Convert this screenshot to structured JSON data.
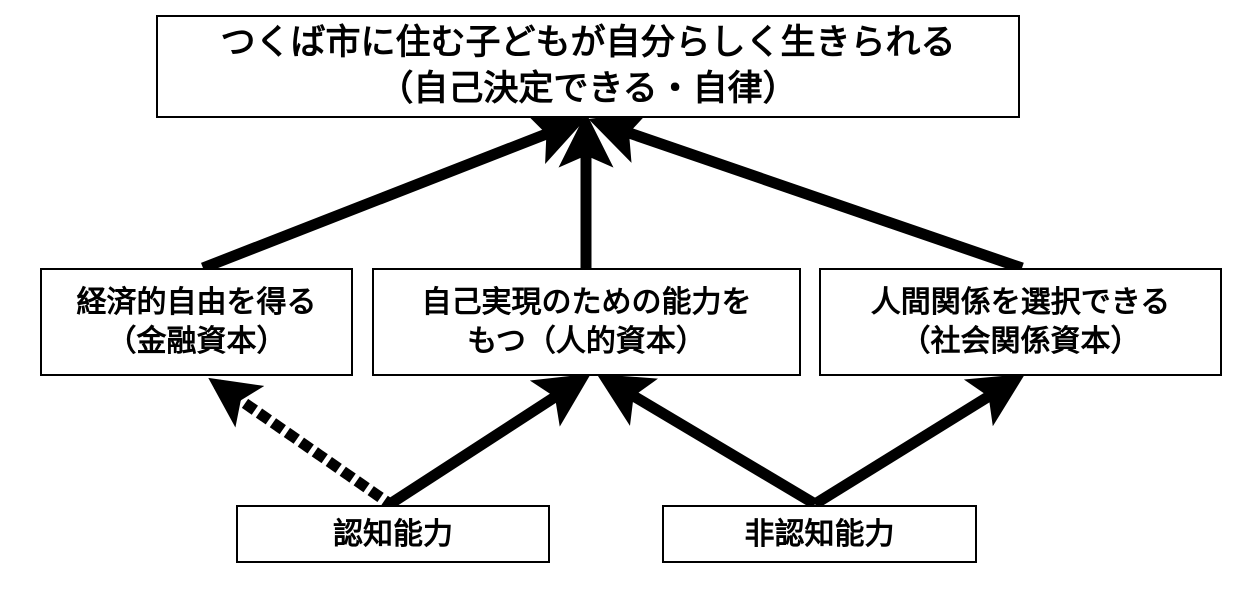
{
  "diagram": {
    "title_text": "つくば市に住む子どもが自分らしく生きられる\n（自己決定できる・自律）",
    "nodes": {
      "goal": "つくば市に住む子どもが自分らしく生きられる\n（自己決定できる・自律）",
      "financial_capital": "経済的自由を得る\n（金融資本）",
      "human_capital": "自己実現のための能力を\nもつ（人的資本）",
      "social_capital": "人間関係を選択できる\n（社会関係資本）",
      "cognitive_ability": "認知能力",
      "noncognitive_ability": "非認知能力"
    },
    "edges": [
      {
        "from": "financial_capital",
        "to": "goal",
        "style": "solid"
      },
      {
        "from": "human_capital",
        "to": "goal",
        "style": "solid"
      },
      {
        "from": "social_capital",
        "to": "goal",
        "style": "solid"
      },
      {
        "from": "cognitive_ability",
        "to": "financial_capital",
        "style": "dotted"
      },
      {
        "from": "cognitive_ability",
        "to": "human_capital",
        "style": "solid"
      },
      {
        "from": "noncognitive_ability",
        "to": "human_capital",
        "style": "solid"
      },
      {
        "from": "noncognitive_ability",
        "to": "social_capital",
        "style": "solid"
      }
    ],
    "colors": {
      "background": "#ffffff",
      "box_border": "#000000",
      "text": "#000000",
      "arrow": "#000000"
    }
  }
}
